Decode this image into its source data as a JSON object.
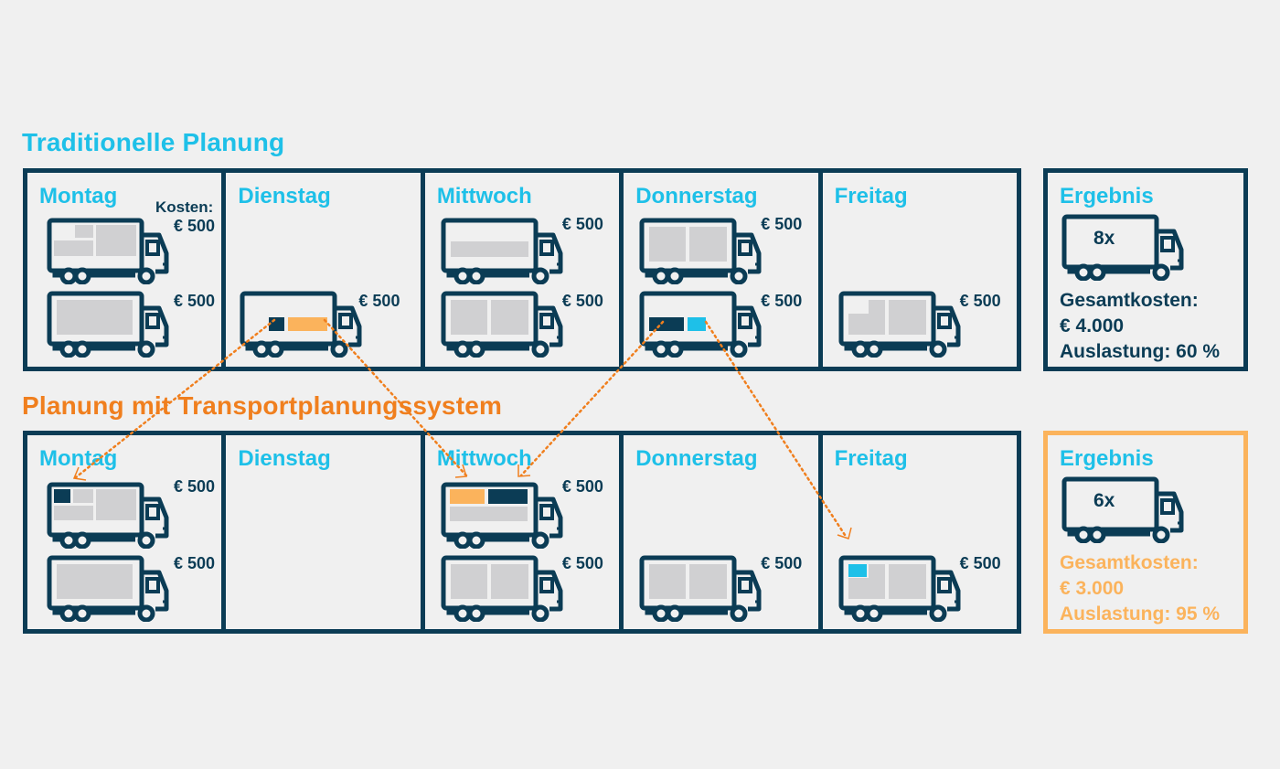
{
  "colors": {
    "navy": "#0b3c55",
    "cyan": "#1ec0e8",
    "orange_title": "#f07f1e",
    "orange_light": "#fbb35c",
    "cargo_gray": "#d0d0d2",
    "background": "#f0f0f0"
  },
  "traditional": {
    "title": "Traditionelle Planung",
    "cost_label": "Kosten:",
    "days": [
      {
        "label": "Montag",
        "trucks": [
          {
            "price": "€ 500"
          },
          {
            "price": "€ 500"
          }
        ]
      },
      {
        "label": "Dienstag",
        "trucks": [
          {
            "price": "€ 500"
          }
        ]
      },
      {
        "label": "Mittwoch",
        "trucks": [
          {
            "price": "€ 500"
          },
          {
            "price": "€ 500"
          }
        ]
      },
      {
        "label": "Donnerstag",
        "trucks": [
          {
            "price": "€ 500"
          },
          {
            "price": "€ 500"
          }
        ]
      },
      {
        "label": "Freitag",
        "trucks": [
          {
            "price": "€ 500"
          }
        ]
      }
    ],
    "result": {
      "label": "Ergebnis",
      "count": "8x",
      "total_label": "Gesamtkosten:",
      "total_value": "€ 4.000",
      "utilization": "Auslastung: 60 %"
    }
  },
  "tps": {
    "title": "Planung mit Transportplanungssystem",
    "days": [
      {
        "label": "Montag",
        "trucks": [
          {
            "price": "€ 500"
          },
          {
            "price": "€ 500"
          }
        ]
      },
      {
        "label": "Dienstag",
        "trucks": []
      },
      {
        "label": "Mittwoch",
        "trucks": [
          {
            "price": "€ 500"
          },
          {
            "price": "€ 500"
          }
        ]
      },
      {
        "label": "Donnerstag",
        "trucks": [
          {
            "price": "€ 500"
          }
        ]
      },
      {
        "label": "Freitag",
        "trucks": [
          {
            "price": "€ 500"
          }
        ]
      }
    ],
    "result": {
      "label": "Ergebnis",
      "count": "6x",
      "total_label": "Gesamtkosten:",
      "total_value": "€ 3.000",
      "utilization": "Auslastung: 95 %"
    }
  },
  "icons": {
    "truck": "truck-icon",
    "arrow": "dotted-arrow"
  }
}
